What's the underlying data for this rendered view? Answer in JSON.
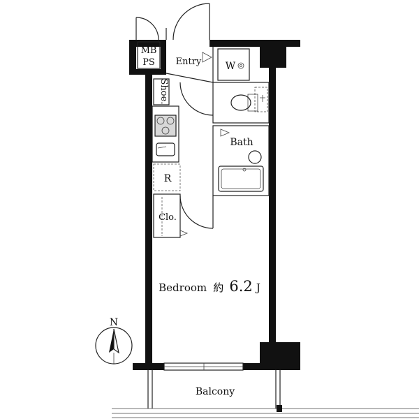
{
  "rooms": {
    "mb": "MB",
    "ps": "PS",
    "entry": "Entry",
    "washer": "W",
    "shoe": "Shoe.",
    "bath": "Bath",
    "fridge": "R",
    "closet": "Clo.",
    "bedroom_label": "Bedroom",
    "bedroom_size_prefix": "約",
    "bedroom_size": "6.2",
    "bedroom_unit": "J",
    "balcony": "Balcony"
  },
  "compass": {
    "north": "N"
  }
}
